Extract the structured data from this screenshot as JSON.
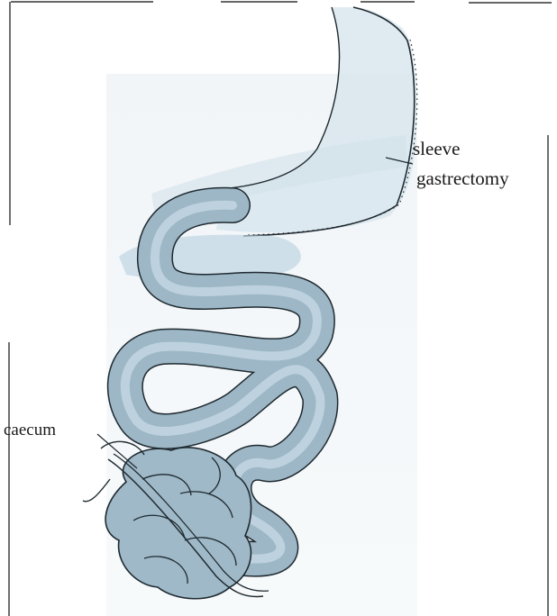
{
  "labels": {
    "sleeve_line1": "sleeve",
    "sleeve_line2": "gastrectomy",
    "caecum": "caecum"
  },
  "colors": {
    "bowel_fill": "#9db7c6",
    "bowel_lumen": "#c9dbe5",
    "haze": "#eef3f6",
    "stomach_wash": "#cfe0ea",
    "outline": "#1f2a30",
    "border": "#333333"
  }
}
